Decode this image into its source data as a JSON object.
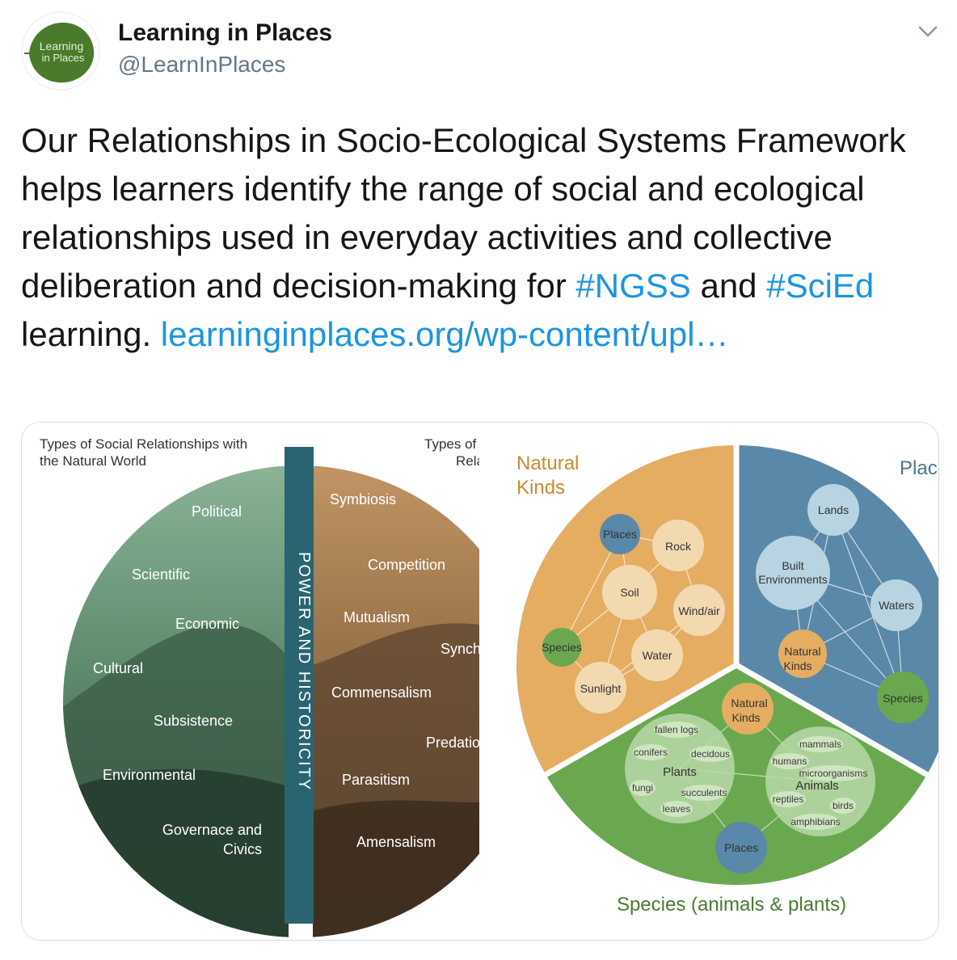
{
  "account": {
    "name": "Learning in Places",
    "handle": "@LearnInPlaces",
    "logo_line1": "Learning",
    "logo_line2": "in Places"
  },
  "tweet": {
    "text_part1": "Our Relationships in Socio-Ecological Systems Framework helps learners identify the range of social and ecological relationships used in everyday activities and collective deliberation and decision-making for ",
    "hashtag1": "#NGSS",
    "text_and": " and ",
    "hashtag2": "#SciEd",
    "text_part2": " learning. ",
    "link": "learninginplaces.org/wp-content/upl…"
  },
  "icons": {
    "menu": "chevron-down-icon",
    "logo": "leaf-logo-icon"
  },
  "colors": {
    "link": "#1b95e0",
    "handle": "#657786",
    "logo_green": "#4a7a2c",
    "center_bar": "#2a6470",
    "natural_kinds": "#e4ad62",
    "places": "#5a88a8",
    "species": "#6aa84f",
    "node": "#f3d9b0",
    "node_blue_light": "#b8d4e2"
  },
  "left_figure": {
    "heading_social": [
      "Types of Social Relationships with",
      "the Natural World"
    ],
    "heading_ecological": [
      "Types of E",
      "Rela"
    ],
    "center_band": "POWER AND HISTORICITY",
    "social_types": [
      "Political",
      "Scientific",
      "Economic",
      "Cultural",
      "Subsistence",
      "Environmental",
      "Governace and",
      "Civics"
    ],
    "ecological_types": [
      "Symbiosis",
      "Competition",
      "Mutualism",
      "Synch",
      "Commensalism",
      "Predatio",
      "Parasitism",
      "Amensalism"
    ]
  },
  "right_figure": {
    "sector_natural_kinds": [
      "Natural",
      "Kinds"
    ],
    "sector_places": "Place",
    "sector_species": "Species (animals & plants)",
    "natural_kinds_nodes": [
      "Places",
      "Rock",
      "Soil",
      "Wind/air",
      "Species",
      "Water",
      "Sunlight"
    ],
    "places_nodes": [
      "Lands",
      "Built",
      "Environments",
      "Waters",
      "Natural",
      "Kinds",
      "Species"
    ],
    "species_center_node": [
      "Natural",
      "Kinds"
    ],
    "plants_group": {
      "label": "Plants",
      "items": [
        "fallen logs",
        "conifers",
        "decidous",
        "fungi",
        "succulents",
        "leaves"
      ]
    },
    "animals_group": {
      "label": "Animals",
      "items": [
        "mammals",
        "humans",
        "microorganisms",
        "reptiles",
        "birds",
        "amphibians"
      ]
    },
    "species_places_node": "Places"
  }
}
